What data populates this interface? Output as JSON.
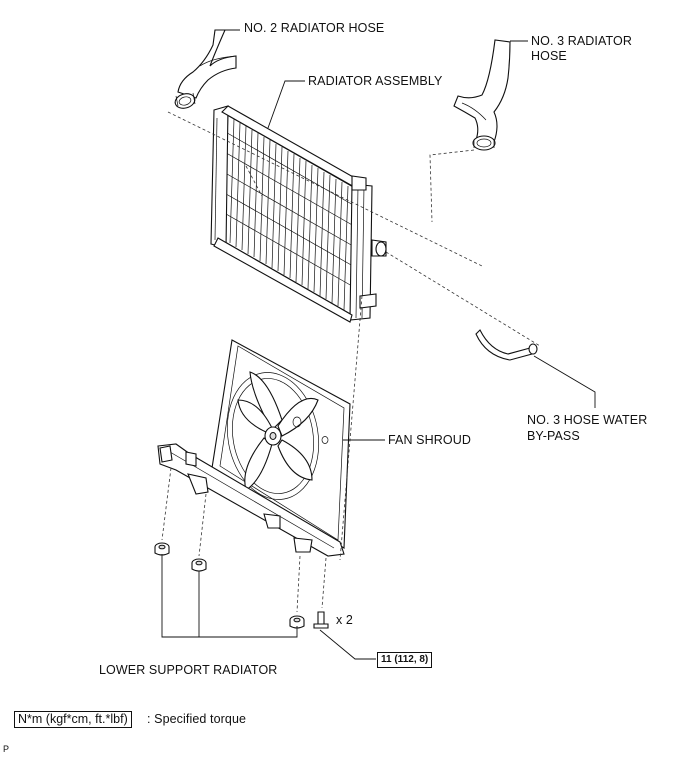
{
  "labels": {
    "no2_radiator_hose": "NO. 2 RADIATOR HOSE",
    "no3_radiator_hose_line1": "NO. 3 RADIATOR",
    "no3_radiator_hose_line2": "HOSE",
    "radiator_assembly": "RADIATOR ASSEMBLY",
    "no3_hose_water_bypass_line1": "NO. 3 HOSE WATER",
    "no3_hose_water_bypass_line2": "BY-PASS",
    "fan_shroud": "FAN SHROUD",
    "lower_support_radiator": "LOWER SUPPORT RADIATOR",
    "bolt_quantity": "x 2"
  },
  "torque": {
    "value": "11 (112, 8)"
  },
  "legend": {
    "unit_box": "N*m (kgf*cm, ft.*lbf)",
    "description": ": Specified torque"
  },
  "footer": {
    "code": "P"
  }
}
